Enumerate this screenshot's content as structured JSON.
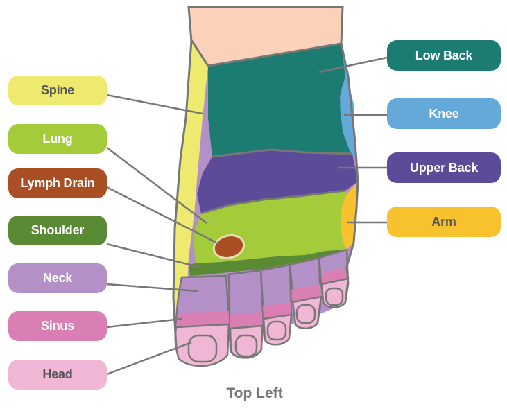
{
  "caption": "Top Left",
  "labels": {
    "spine": "Spine",
    "lung": "Lung",
    "lymph_drain": "Lymph Drain",
    "shoulder": "Shoulder",
    "neck": "Neck",
    "sinus": "Sinus",
    "head": "Head",
    "low_back": "Low Back",
    "knee": "Knee",
    "upper_back": "Upper Back",
    "arm": "Arm"
  },
  "colors": {
    "spine": "#eeea6f",
    "lung": "#a3cb3a",
    "lymph_drain": "#a94f23",
    "shoulder": "#5b8a35",
    "neck": "#b390c8",
    "sinus": "#da7fb4",
    "head": "#f0b6d5",
    "low_back": "#1d7c72",
    "knee": "#65a8da",
    "upper_back": "#5b4b99",
    "arm": "#f8c22e",
    "skin": "#fbd1ba",
    "outline": "#777777"
  }
}
